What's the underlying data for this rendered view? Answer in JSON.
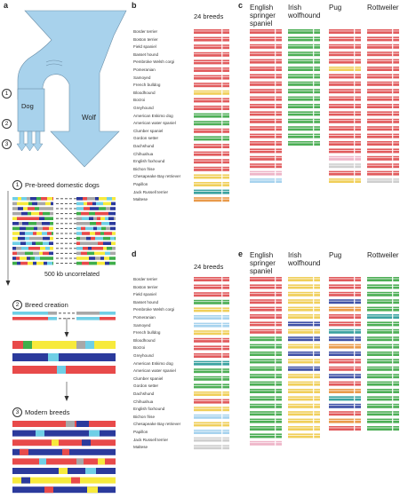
{
  "panels": {
    "a": "a",
    "b": "b",
    "c": "c",
    "d": "d",
    "e": "e"
  },
  "panel_a": {
    "dog": "Dog",
    "wolf": "Wolf",
    "steps": [
      "1",
      "2",
      "3"
    ],
    "step1_title": "Pre-breed domestic dogs",
    "step2_title": "Breed creation",
    "step3_title": "Modern breeds",
    "uncorrelated": "500 kb uncorrelated",
    "colors": {
      "arrow_fill": "#a8d2ec",
      "red": "#e84a4a",
      "yellow": "#f7ea3c",
      "blue": "#2b3a9c",
      "cyan": "#6fcfe6",
      "green": "#3fae4a",
      "gray": "#a8a8a8"
    }
  },
  "breed_header_b": "24 breeds",
  "breed_header_d": "24 breeds",
  "breeds": [
    "Border terrier",
    "Boston terrier",
    "Field spaniel",
    "Basset hound",
    "Pembroke Welsh corgi",
    "Pomeranian",
    "Samoyed",
    "French bulldog",
    "Bloodhound",
    "Borzoi",
    "Greyhound",
    "American Eskimo dog",
    "American water spaniel",
    "Clumber spaniel",
    "Gordon setter",
    "Dachshund",
    "Chihuahua",
    "English foxhound",
    "Bichon frise",
    "Chesapeake Bay retriever",
    "Papillon",
    "Jack Russell terrier",
    "Maltese"
  ],
  "breeds_c": [
    [
      "English",
      "springer",
      "spaniel"
    ],
    [
      "Irish",
      "wolfhound"
    ],
    [
      "Pug"
    ],
    [
      "Rottweiler"
    ]
  ],
  "breeds_e": [
    [
      "English",
      "springer",
      "spaniel"
    ],
    [
      "Irish",
      "wolfhound"
    ],
    [
      "Pug"
    ],
    [
      "Rottweiler"
    ]
  ],
  "haplo_colors": {
    "red": "#e15a5c",
    "green": "#4cae55",
    "yellow": "#f0cf5a",
    "lightblue": "#a7d3ee",
    "blue": "#3f51a6",
    "teal": "#3aa2a0",
    "pink": "#eeb5c8",
    "gray": "#cfcfcf",
    "orange": "#e99a4a"
  }
}
